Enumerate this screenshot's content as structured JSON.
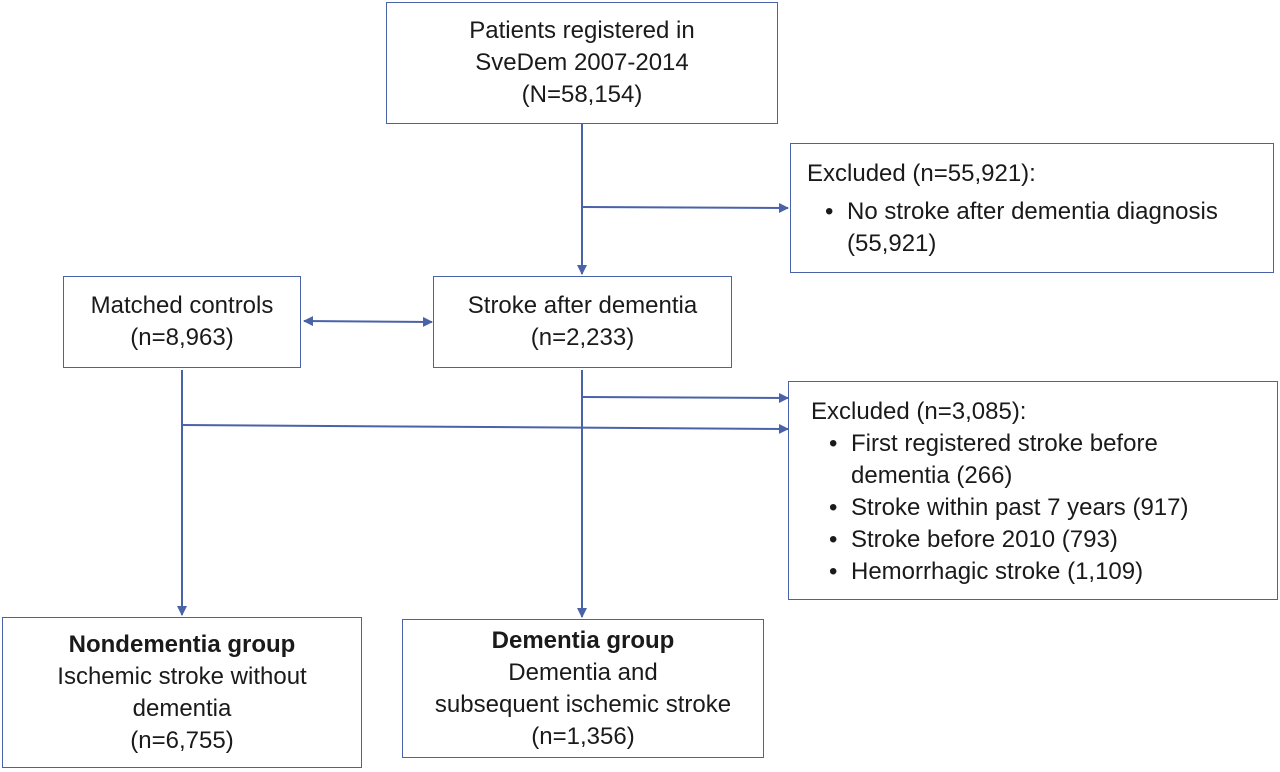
{
  "registered": {
    "line1": "Patients registered in",
    "line2": "SveDem 2007-2014",
    "line3": "(N=58,154)"
  },
  "excluded_1": {
    "title": "Excluded (n=55,921):",
    "items": [
      "No stroke after dementia diagnosis (55,921)"
    ]
  },
  "matched_controls": {
    "line1": "Matched controls",
    "line2": "(n=8,963)"
  },
  "stroke_after_dementia": {
    "line1": "Stroke after dementia",
    "line2": "(n=2,233)"
  },
  "excluded_2": {
    "title": "Excluded (n=3,085):",
    "items": [
      "First registered stroke before dementia (266)",
      "Stroke  within past 7 years (917)",
      "Stroke before 2010 (793)",
      "Hemorrhagic stroke (1,109)"
    ]
  },
  "nondementia_group": {
    "title": "Nondementia  group",
    "line1": "Ischemic stroke without",
    "line2": "dementia",
    "line3": "(n=6,755)"
  },
  "dementia_group": {
    "title": "Dementia group",
    "line1": "Dementia and",
    "line2": "subsequent ischemic stroke",
    "line3": "(n=1,356)"
  },
  "colors": {
    "border": "#4a62a8",
    "arrow": "#4a62a8"
  }
}
